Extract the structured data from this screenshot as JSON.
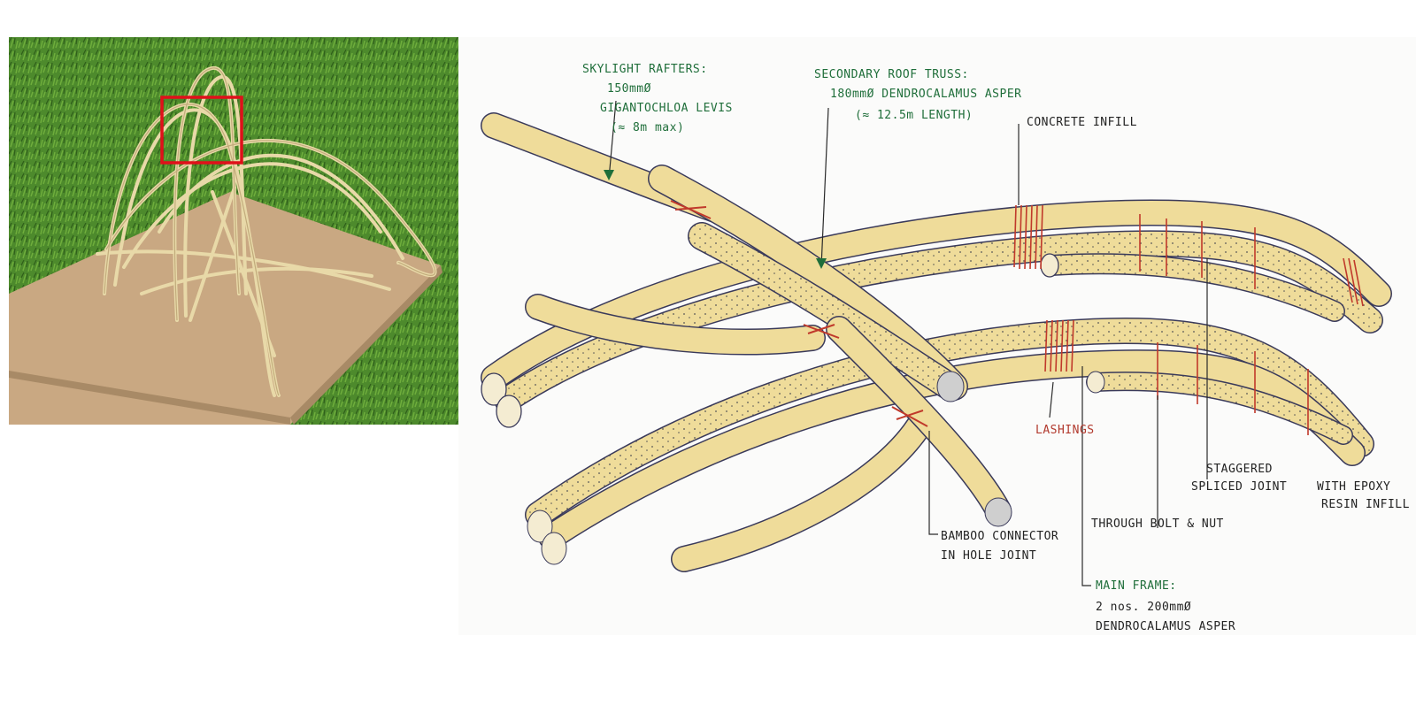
{
  "colors": {
    "grass": "#4d8a2c",
    "board": "#c9a882",
    "bamboo_fill": "#efdc9a",
    "bamboo_stroke": "#3a3a5a",
    "highlight_box": "#e0101a",
    "annotation_green": "#1f6e3a",
    "annotation_red": "#b23a2e",
    "lashing": "#c0392b"
  },
  "annotations": {
    "skylight_rafters": {
      "title": "SKYLIGHT RAFTERS:",
      "line1": "150mmØ",
      "line2": "GIGANTOCHLOA LEVIS",
      "line3": "(≈ 8m max)"
    },
    "secondary_truss": {
      "title": "SECONDARY ROOF TRUSS:",
      "line1": "180mmØ DENDROCALAMUS ASPER",
      "line2": "(≈ 12.5m LENGTH)"
    },
    "concrete_infill": "CONCRETE INFILL",
    "lashings": "LASHINGS",
    "staggered_joint": {
      "line1": "STAGGERED",
      "line2": "SPLICED JOINT",
      "line3": "WITH EPOXY",
      "line4": "RESIN INFILL"
    },
    "through_bolt": "THROUGH BOLT & NUT",
    "bamboo_connector": {
      "line1": "BAMBOO CONNECTOR",
      "line2": "IN HOLE JOINT"
    },
    "main_frame": {
      "title": "MAIN FRAME:",
      "line1": "2 nos. 200mmØ",
      "line2": "DENDROCALAMUS ASPER"
    }
  }
}
